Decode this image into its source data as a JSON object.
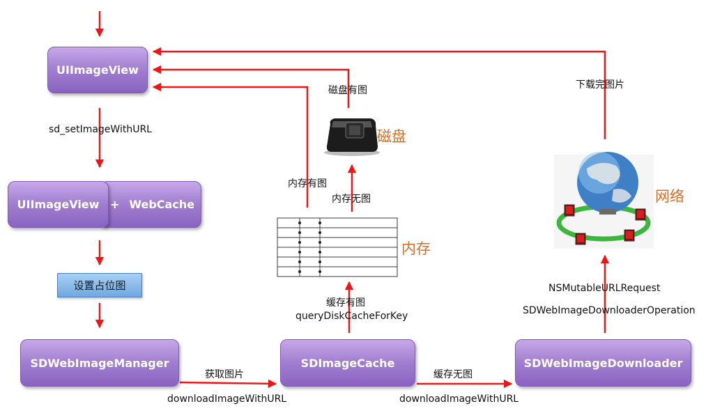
{
  "nodes": {
    "uiimageview_top": "UIImageView",
    "uiimageview_combo": "UIImageView",
    "plus": "+",
    "webcache": "WebCache",
    "set_placeholder": "设置占位图",
    "manager": "SDWebImageManager",
    "image_cache": "SDImageCache",
    "downloader": "SDWebImageDownloader"
  },
  "labels": {
    "sd_set_image": "sd_setImageWithURL",
    "fetch_image": "获取图片",
    "download_url_1": "downloadImageWithURL",
    "cache_hit": "缓存有图",
    "query_disk": "queryDiskCacheForKey",
    "cache_miss": "缓存无图",
    "download_url_2": "downloadImageWithURL",
    "memory_has": "内存有图",
    "memory_none": "内存无图",
    "disk_has": "磁盘有图",
    "download_done": "下载完图片",
    "ns_request": "NSMutableURLRequest",
    "operation": "SDWebImageDownloaderOperation"
  },
  "stores": {
    "disk": "磁盘",
    "memory": "内存",
    "network": "网络"
  },
  "colors": {
    "arrow": "#f01414",
    "node": "#a27fd0",
    "store_label": "#e06a1f",
    "placeholder": "#8cbcec"
  }
}
